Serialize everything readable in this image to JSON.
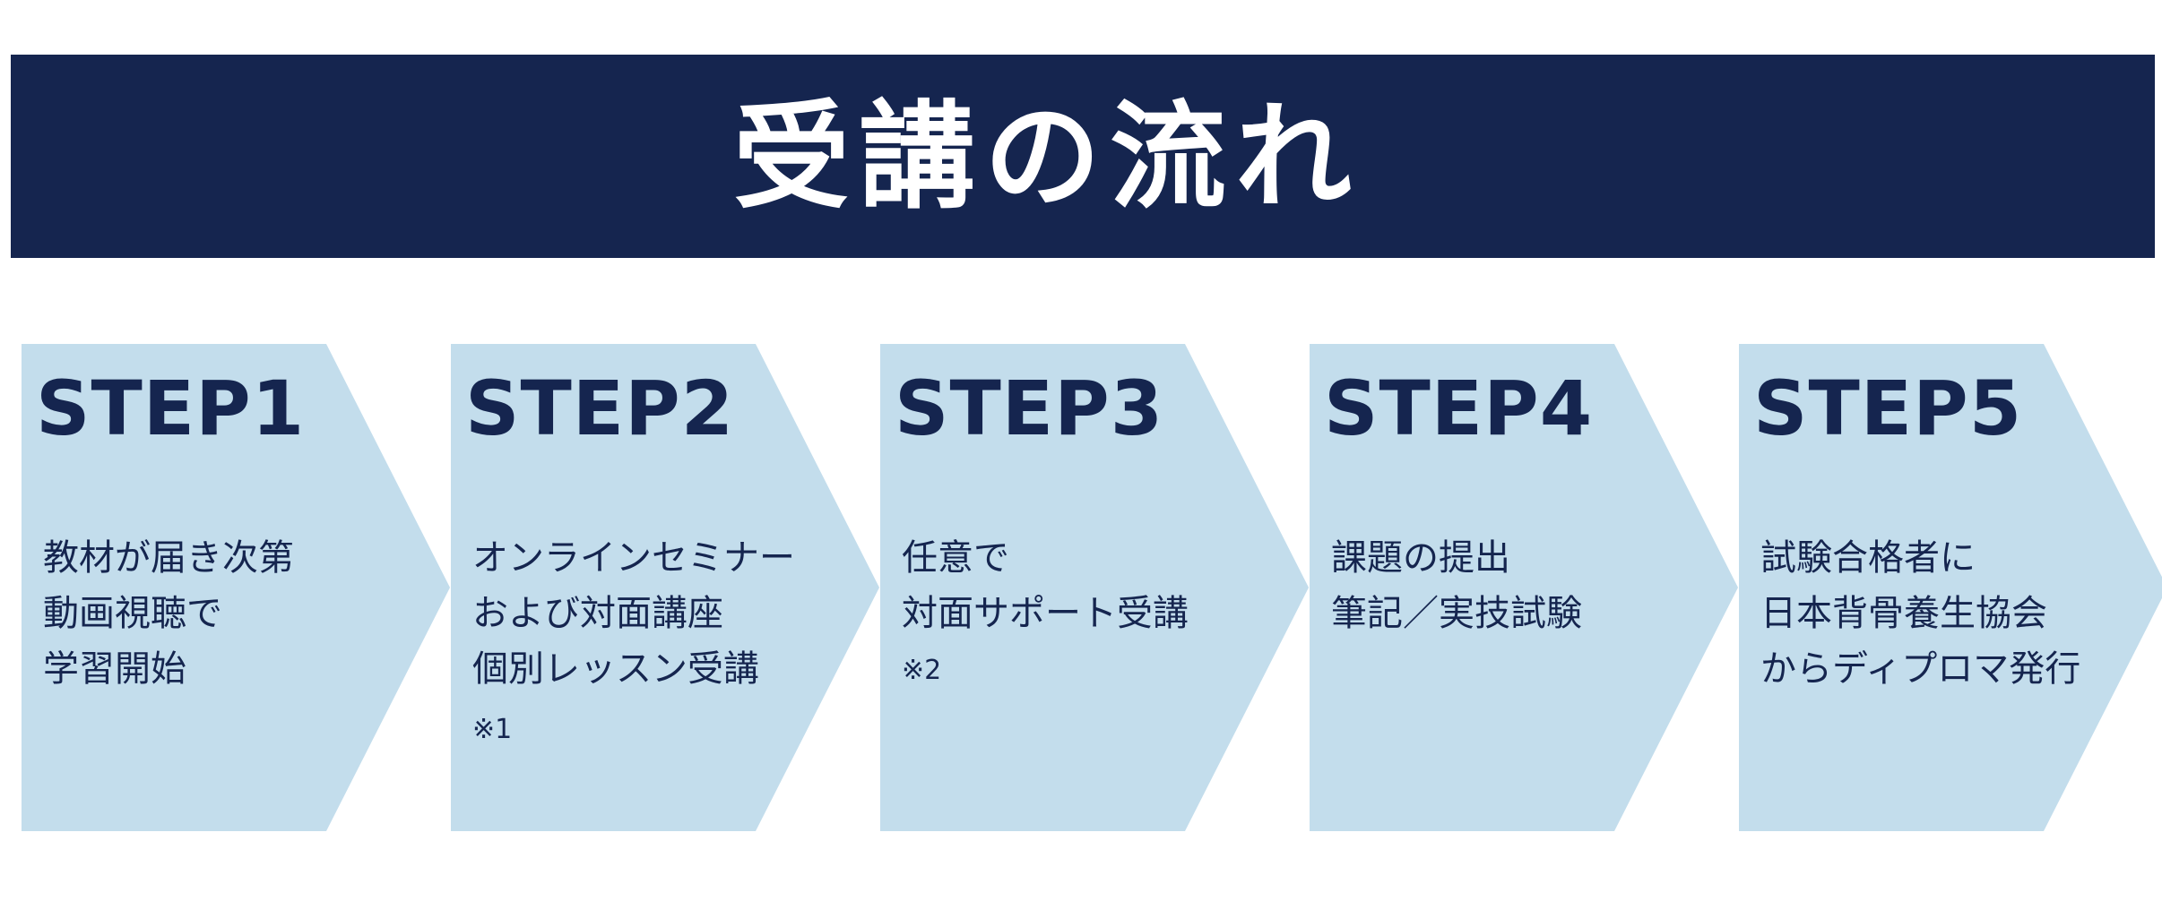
{
  "title": "受講の流れ",
  "colors": {
    "banner": "#15254f",
    "step_fill": "#c3ddec",
    "text": "#15254f"
  },
  "steps": [
    {
      "label": "STEP1",
      "lines": [
        "教材が届き次第",
        "動画視聴で",
        "学習開始"
      ],
      "note": ""
    },
    {
      "label": "STEP2",
      "lines": [
        "オンラインセミナー",
        "および対面講座",
        "個別レッスン受講"
      ],
      "note": "※1"
    },
    {
      "label": "STEP3",
      "lines": [
        "任意で",
        "対面サポート受講"
      ],
      "note": "※2"
    },
    {
      "label": "STEP4",
      "lines": [
        "課題の提出",
        "筆記／実技試験"
      ],
      "note": ""
    },
    {
      "label": "STEP5",
      "lines": [
        "試験合格者に",
        "日本背骨養生協会",
        "からディプロマ発行"
      ],
      "note": ""
    }
  ]
}
